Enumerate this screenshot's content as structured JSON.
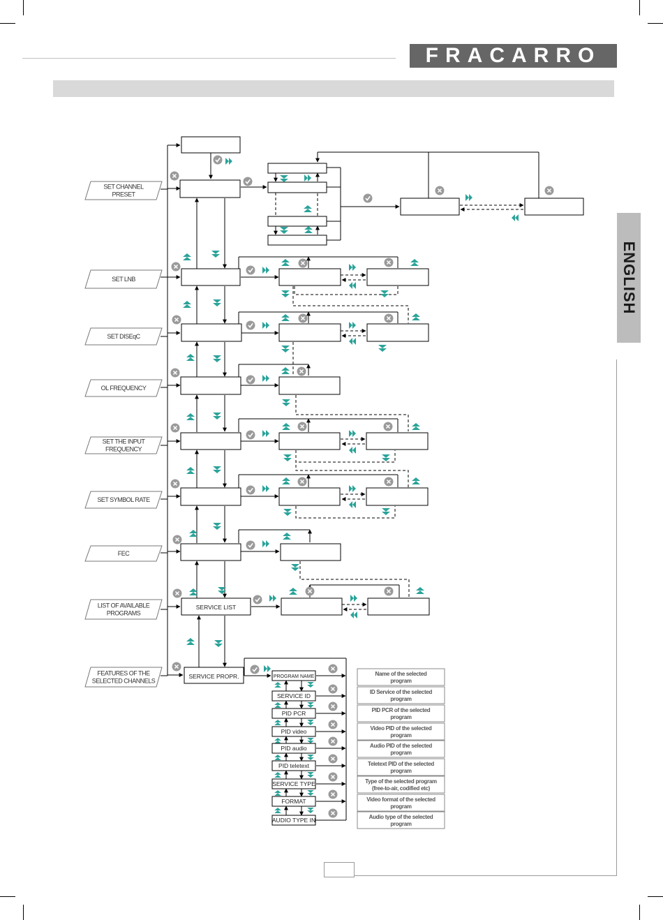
{
  "header": {
    "brand": "FRACARRO",
    "language_tab": "ENGLISH"
  },
  "colors": {
    "teal_icon": "#2aa39a",
    "gray_icon": "#9a9a9a",
    "logo_bg": "#666666",
    "header_bar": "#d9d9d9"
  },
  "icons": {
    "ok": "check-circle-icon",
    "cancel": "x-circle-icon",
    "next": "double-chevron-right-icon",
    "prev": "double-chevron-left-icon",
    "up": "arrow-up-icon",
    "down": "arrow-down-icon"
  },
  "menu": [
    {
      "label_lines": [
        "SET CHANNEL",
        "PRESET"
      ]
    },
    {
      "label_lines": [
        "SET  LNB"
      ]
    },
    {
      "label_lines": [
        "SET  DISEqC"
      ]
    },
    {
      "label_lines": [
        "OL  FREQUENCY"
      ]
    },
    {
      "label_lines": [
        "SET THE INPUT",
        "FREQUENCY"
      ]
    },
    {
      "label_lines": [
        "SET  SYMBOL RATE"
      ]
    },
    {
      "label_lines": [
        "FEC"
      ]
    },
    {
      "label_lines": [
        "LIST OF AVAILABLE",
        "PROGRAMS"
      ]
    },
    {
      "label_lines": [
        "FEATURES OF THE",
        "SELECTED CHANNELS"
      ]
    }
  ],
  "boxes": {
    "service_list": "SERVICE LIST",
    "service_propr": "SERVICE PROPR."
  },
  "service_items": [
    "PROGRAM NAME",
    "SERVICE ID",
    "PID  PCR",
    "PID video",
    "PID audio",
    "PID teletext",
    "SERVICE TYPE",
    "FORMAT",
    "AUDIO TYPE IN"
  ],
  "descriptions": [
    [
      "Name of the selected",
      "program"
    ],
    [
      "ID Service of the selected",
      "program"
    ],
    [
      "PID PCR of the selected",
      "program"
    ],
    [
      "Video PID of the selected",
      "program"
    ],
    [
      "Audio PID of the selected",
      "program"
    ],
    [
      "Teletext  PID of the selected",
      "program"
    ],
    [
      "Type of the selected program",
      "(free-to-air, codified etc)"
    ],
    [
      "Video format of the selected",
      "program"
    ],
    [
      "Audio type of the selected",
      "program"
    ]
  ]
}
